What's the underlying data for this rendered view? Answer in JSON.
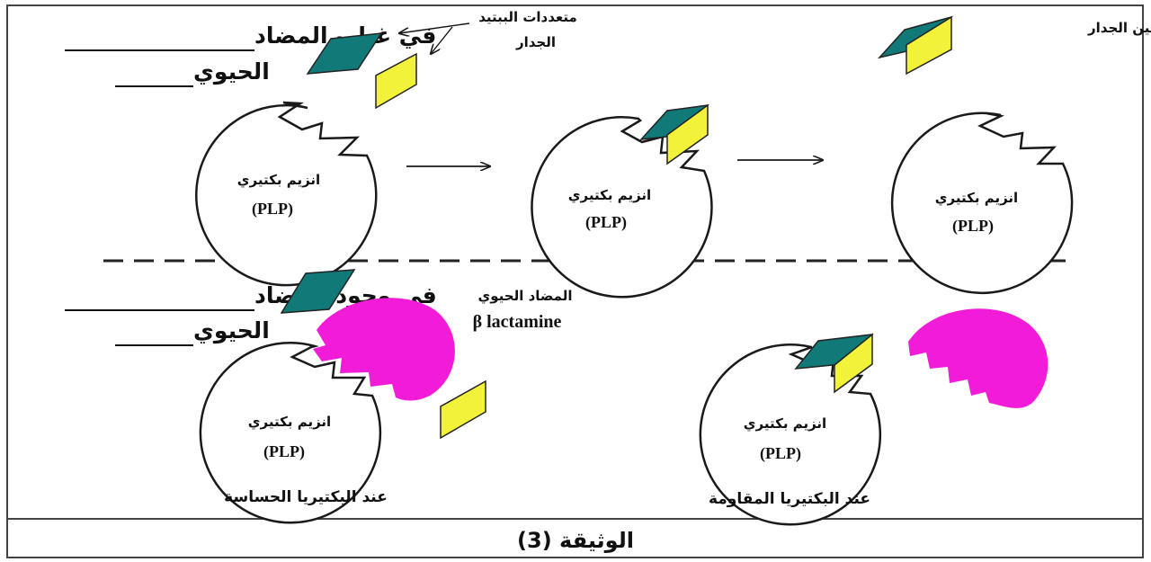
{
  "colors": {
    "wall_dark": "#117a78",
    "wall_light": "#f2f23a",
    "antibiotic": "#f21cd8",
    "line": "#1a1a1a"
  },
  "top": {
    "heading_line1": "في غياب المضاد",
    "heading_line2": "الحيوي",
    "polypeptide_label_line1": "متعددات الببتيد",
    "polypeptide_label_line2": "الجدار",
    "wall_protein_label": "بروتين الجدار"
  },
  "bottom": {
    "heading_line1": "في وجود المضاد",
    "heading_line2": "الحيوي",
    "antibiotic_label_line1": "المضاد الحيوي",
    "antibiotic_label_line2": "β lactamine",
    "sensitive_caption": "عند البكتيريا الحساسة",
    "resistant_caption": "عند البكتيريا المقاومة"
  },
  "enzyme": {
    "name": "انزيم بكتيري",
    "code": "(PLP)"
  },
  "footer": {
    "title": "الوثيقة (3)"
  }
}
